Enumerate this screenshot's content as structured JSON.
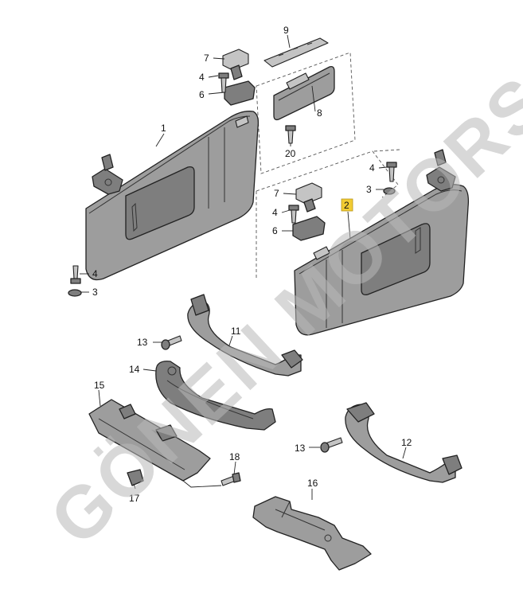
{
  "watermark": "GÖNEN MOTORS",
  "callouts": [
    {
      "id": "c9",
      "label": "9"
    },
    {
      "id": "c7a",
      "label": "7"
    },
    {
      "id": "c4a",
      "label": "4"
    },
    {
      "id": "c6a",
      "label": "6"
    },
    {
      "id": "c8",
      "label": "8"
    },
    {
      "id": "c20",
      "label": "20"
    },
    {
      "id": "c1",
      "label": "1"
    },
    {
      "id": "c4b",
      "label": "4"
    },
    {
      "id": "c3a",
      "label": "3"
    },
    {
      "id": "c4c",
      "label": "4"
    },
    {
      "id": "c3b",
      "label": "3"
    },
    {
      "id": "c7b",
      "label": "7"
    },
    {
      "id": "c4d",
      "label": "4"
    },
    {
      "id": "c6b",
      "label": "6"
    },
    {
      "id": "c2",
      "label": "2"
    },
    {
      "id": "c11",
      "label": "11"
    },
    {
      "id": "c13a",
      "label": "13"
    },
    {
      "id": "c14",
      "label": "14"
    },
    {
      "id": "c15",
      "label": "15"
    },
    {
      "id": "c18",
      "label": "18"
    },
    {
      "id": "c17",
      "label": "17"
    },
    {
      "id": "c12",
      "label": "12"
    },
    {
      "id": "c13b",
      "label": "13"
    },
    {
      "id": "c16",
      "label": "16"
    }
  ]
}
